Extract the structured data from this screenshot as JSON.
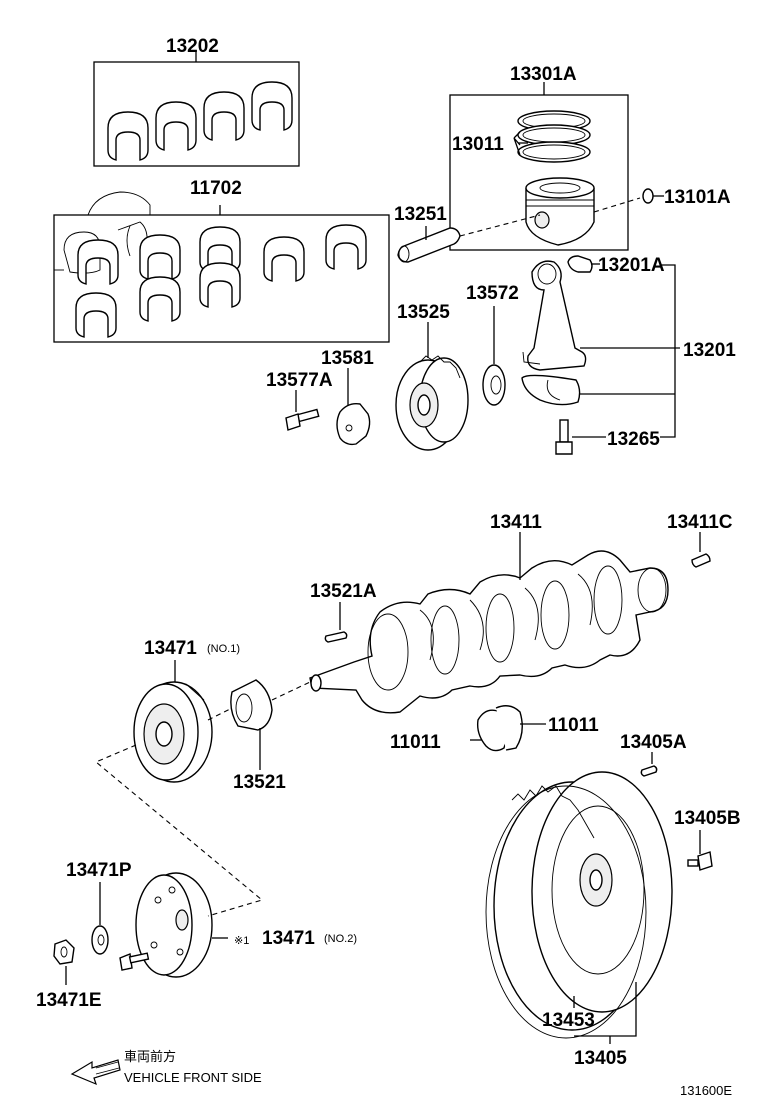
{
  "parts": {
    "p13202": "13202",
    "p13301A": "13301A",
    "p13011": "13011",
    "p11702": "11702",
    "p13251": "13251",
    "p13101A": "13101A",
    "p13201A": "13201A",
    "p13572": "13572",
    "p13525": "13525",
    "p13201": "13201",
    "p13581": "13581",
    "p13577A": "13577A",
    "p13265": "13265",
    "p13411": "13411",
    "p13411C": "13411C",
    "p13521A": "13521A",
    "p13471_no1": "13471",
    "p13521": "13521",
    "p11011_left": "11011",
    "p11011_right": "11011",
    "p13405A": "13405A",
    "p13405B": "13405B",
    "p13471P": "13471P",
    "p13471_no2": "13471",
    "p13471E": "13471E",
    "p13453": "13453",
    "p13405": "13405"
  },
  "notes": {
    "no1": "(NO.1)",
    "no2": "(NO.2)",
    "mark": "※1"
  },
  "legend": {
    "jp": "車両前方",
    "en": "VEHICLE FRONT SIDE"
  },
  "diagram_code": "131600E"
}
